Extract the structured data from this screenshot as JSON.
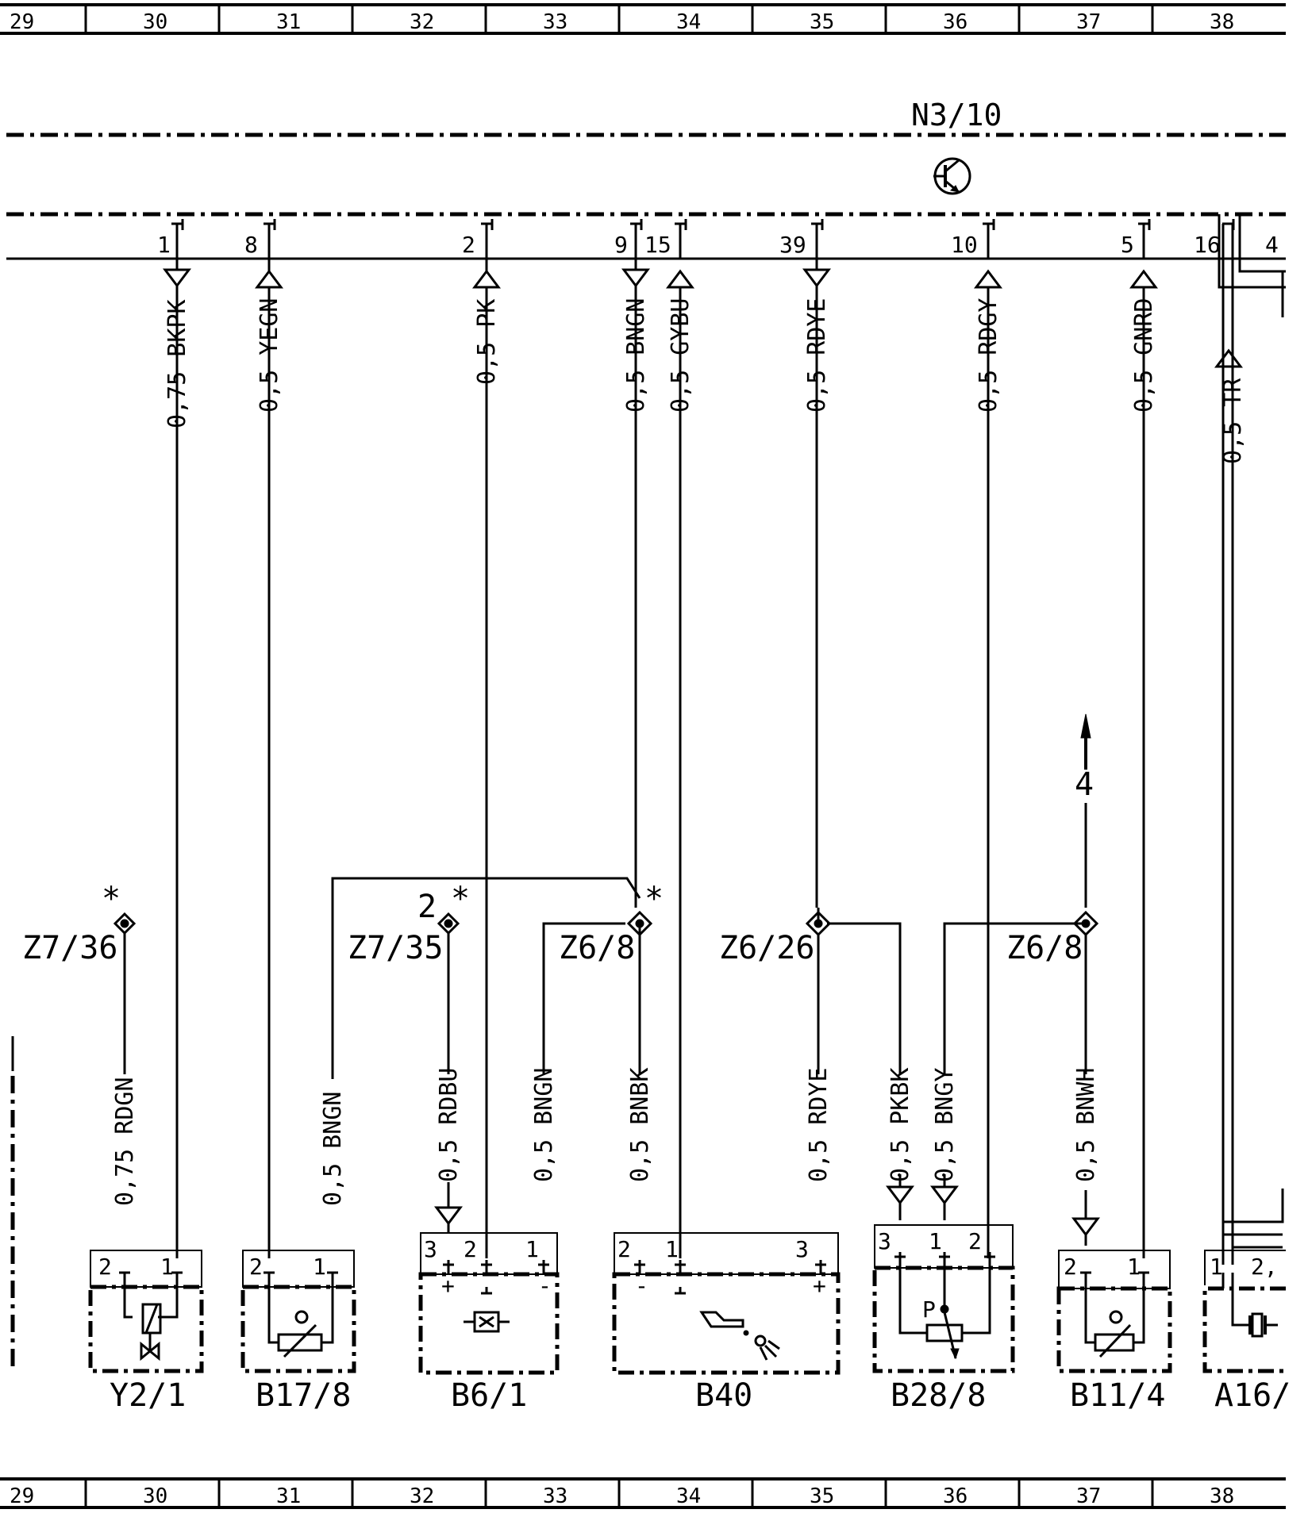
{
  "grid": {
    "top": [
      "29",
      "30",
      "31",
      "32",
      "33",
      "34",
      "35",
      "36",
      "37",
      "38"
    ],
    "bottom": [
      "29",
      "30",
      "31",
      "32",
      "33",
      "34",
      "35",
      "36",
      "37",
      "38"
    ]
  },
  "module": {
    "label": "N3/10"
  },
  "upper_wires": [
    {
      "pin": "1",
      "label": "0,75 BKPK"
    },
    {
      "pin": "8",
      "label": "0,5 YEGN"
    },
    {
      "pin": "2",
      "label": "0,5 PK"
    },
    {
      "pin": "9",
      "label": "0,5 BNGN"
    },
    {
      "pin": "15",
      "label": "0,5 GYBU"
    },
    {
      "pin": "39",
      "label": "0,5 RDYE"
    },
    {
      "pin": "10",
      "label": "0,5 RDGY"
    },
    {
      "pin": "5",
      "label": "0,5 GNRD"
    },
    {
      "pin": "16",
      "label": "0,5 TR"
    },
    {
      "pin": "4",
      "label": ""
    }
  ],
  "splices": [
    {
      "name": "Z7/36",
      "mark": "*",
      "extra": ""
    },
    {
      "name": "Z7/35",
      "mark": "*",
      "extra": "2"
    },
    {
      "name": "Z6/8",
      "mark": "*",
      "extra": ""
    },
    {
      "name": "Z6/26",
      "mark": "",
      "extra": ""
    },
    {
      "name": "Z6/8",
      "mark": "",
      "extra": ""
    }
  ],
  "arrow_ref": "4",
  "lower_wires": [
    {
      "label": "0,75 RDGN"
    },
    {
      "label": "0,5 BNGN"
    },
    {
      "label": "0,5 RDBU"
    },
    {
      "label": "0,5 BNGN"
    },
    {
      "label": "0,5 BNBK"
    },
    {
      "label": "0,5 RDYE"
    },
    {
      "label": "0,5 PKBK"
    },
    {
      "label": "0,5 BNGY"
    },
    {
      "label": "0,5 BNWH"
    }
  ],
  "components": [
    {
      "name": "Y2/1",
      "pins": [
        "2",
        "1"
      ]
    },
    {
      "name": "B17/8",
      "pins": [
        "2",
        "1"
      ]
    },
    {
      "name": "B6/1",
      "pins": [
        "3",
        "2",
        "1"
      ],
      "signs": [
        "+",
        "-"
      ]
    },
    {
      "name": "B40",
      "pins": [
        "2",
        "1",
        "3"
      ],
      "signs": [
        "-",
        "+"
      ]
    },
    {
      "name": "B28/8",
      "pins": [
        "3",
        "1",
        "2"
      ],
      "marker": "P"
    },
    {
      "name": "B11/4",
      "pins": [
        "2",
        "1"
      ]
    },
    {
      "name": "A16/",
      "pins": [
        "1",
        "2,"
      ]
    }
  ]
}
